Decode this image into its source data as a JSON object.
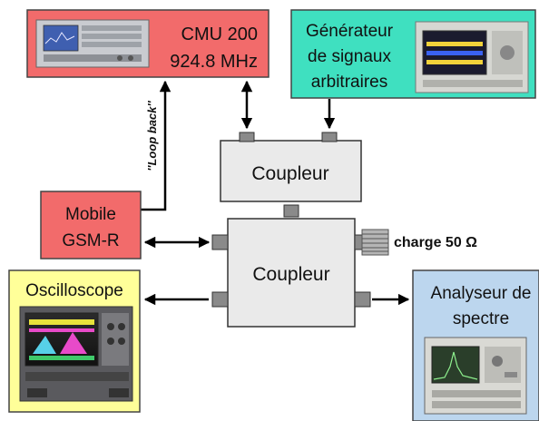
{
  "cmu": {
    "line1": "CMU 200",
    "line2": "924.8 MHz"
  },
  "generator": {
    "line1": "Générateur",
    "line2": "de signaux",
    "line3": "arbitraires"
  },
  "coupler_top": {
    "label": "Coupleur"
  },
  "coupler_bottom": {
    "label": "Coupleur"
  },
  "mobile": {
    "line1": "Mobile",
    "line2": "GSM-R"
  },
  "loopback": {
    "label": "''Loop back''"
  },
  "load": {
    "label": "charge 50 Ω"
  },
  "oscilloscope": {
    "label": "Oscilloscope"
  },
  "analyzer": {
    "line1": "Analyseur de",
    "line2": "spectre"
  },
  "colors": {
    "cmu_fill": "#f26b6b",
    "generator_fill": "#3fe0c0",
    "mobile_fill": "#f26b6b",
    "oscilloscope_fill": "#ffff99",
    "analyzer_fill": "#bcd6ee",
    "coupler_fill": "#eaeaea",
    "port_fill": "#8a8a8a"
  }
}
